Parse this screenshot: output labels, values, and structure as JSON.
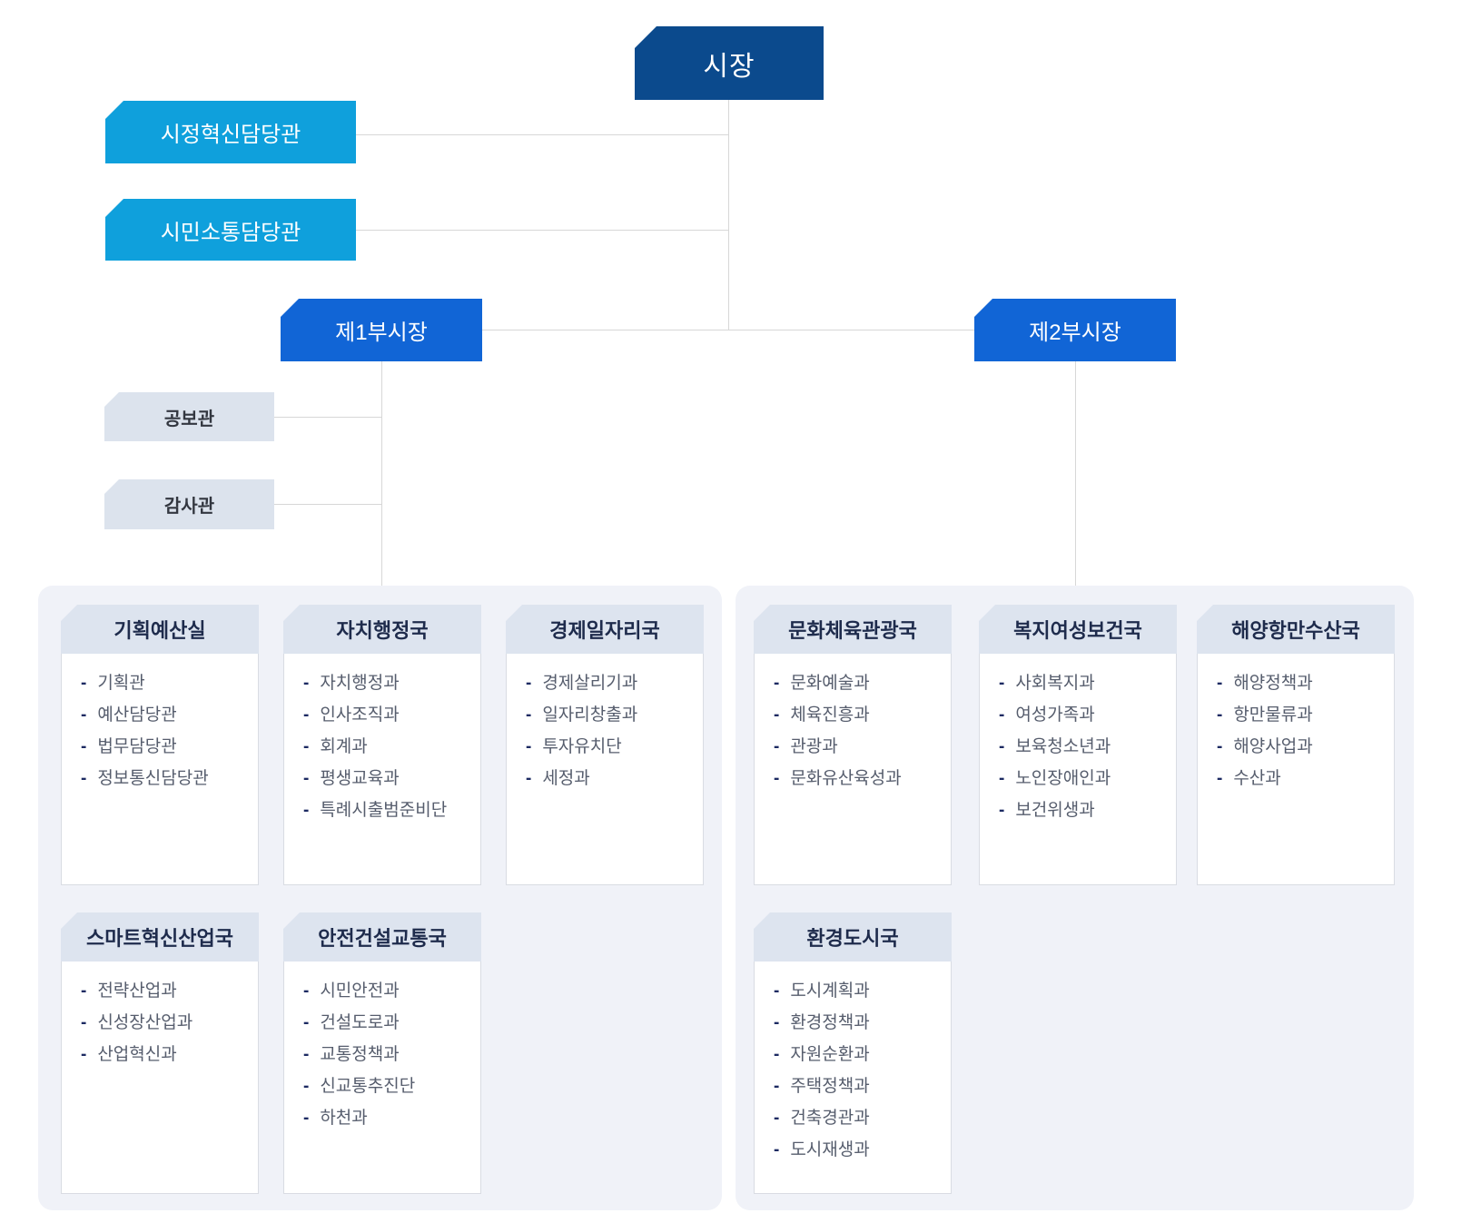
{
  "colors": {
    "mayor_box": "#0b4a8d",
    "staff_box": "#0fa0dc",
    "deputy_box": "#1165d6",
    "aux_box": "#dce3ed",
    "card_header_bg": "#dde4ef",
    "group_panel_bg": "#f0f2f8",
    "connector_line": "#d7d7d7",
    "card_title_text": "#1e2b4c",
    "item_text": "#565d6d"
  },
  "org": {
    "mayor": "시장",
    "staff_offices": [
      "시정혁신담당관",
      "시민소통담당관"
    ],
    "deputies": [
      "제1부시장",
      "제2부시장"
    ],
    "deputy1_aux": [
      "공보관",
      "감사관"
    ],
    "groups": [
      {
        "cards": [
          {
            "title": "기획예산실",
            "items": [
              "기획관",
              "예산담당관",
              "법무담당관",
              "정보통신담당관"
            ]
          },
          {
            "title": "자치행정국",
            "items": [
              "자치행정과",
              "인사조직과",
              "회계과",
              "평생교육과",
              "특례시출범준비단"
            ]
          },
          {
            "title": "경제일자리국",
            "items": [
              "경제살리기과",
              "일자리창출과",
              "투자유치단",
              "세정과"
            ]
          },
          {
            "title": "스마트혁신산업국",
            "items": [
              "전략산업과",
              "신성장산업과",
              "산업혁신과"
            ]
          },
          {
            "title": "안전건설교통국",
            "items": [
              "시민안전과",
              "건설도로과",
              "교통정책과",
              "신교통추진단",
              "하천과"
            ]
          }
        ]
      },
      {
        "cards": [
          {
            "title": "문화체육관광국",
            "items": [
              "문화예술과",
              "체육진흥과",
              "관광과",
              "문화유산육성과"
            ]
          },
          {
            "title": "복지여성보건국",
            "items": [
              "사회복지과",
              "여성가족과",
              "보육청소년과",
              "노인장애인과",
              "보건위생과"
            ]
          },
          {
            "title": "해양항만수산국",
            "items": [
              "해양정책과",
              "항만물류과",
              "해양사업과",
              "수산과"
            ]
          },
          {
            "title": "환경도시국",
            "items": [
              "도시계획과",
              "환경정책과",
              "자원순환과",
              "주택정책과",
              "건축경관과",
              "도시재생과"
            ]
          }
        ]
      }
    ]
  }
}
